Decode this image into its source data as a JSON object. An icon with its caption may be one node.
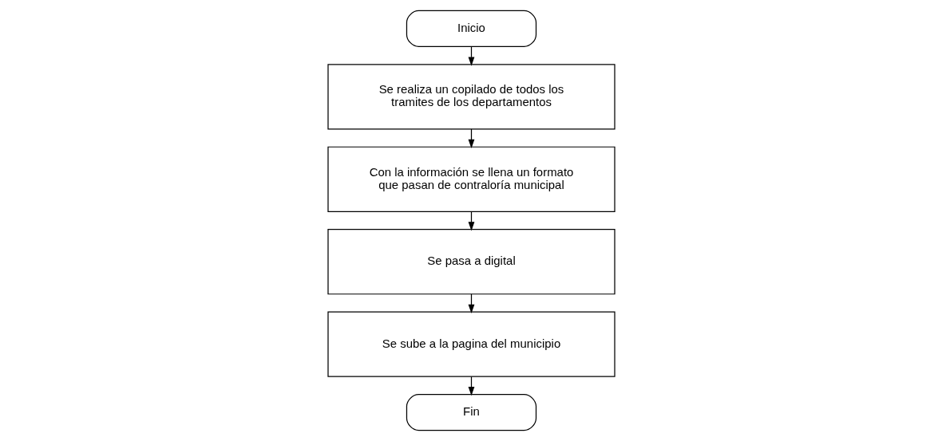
{
  "diagram": {
    "nodes": [
      {
        "text": [
          "Inicio"
        ]
      },
      {
        "text": [
          "Se realiza un copilado de todos los tramites de los departamentos"
        ]
      },
      {
        "text": [
          "Con la información se llena un formato que pasan de contraloría municipal"
        ]
      },
      {
        "text": [
          "Se pasa a digital"
        ]
      },
      {
        "text": [
          "Se sube a la pagina del municipio"
        ]
      },
      {
        "text": [
          "Fin"
        ]
      }
    ],
    "edges": [
      {
        "from": 0,
        "to": 1,
        "arrow": "to"
      },
      {
        "from": 1,
        "to": 2,
        "arrow": "to"
      },
      {
        "from": 2,
        "to": 3,
        "arrow": "to"
      },
      {
        "from": 3,
        "to": 4,
        "arrow": "to"
      },
      {
        "from": 4,
        "to": 5,
        "arrow": "to"
      }
    ]
  }
}
